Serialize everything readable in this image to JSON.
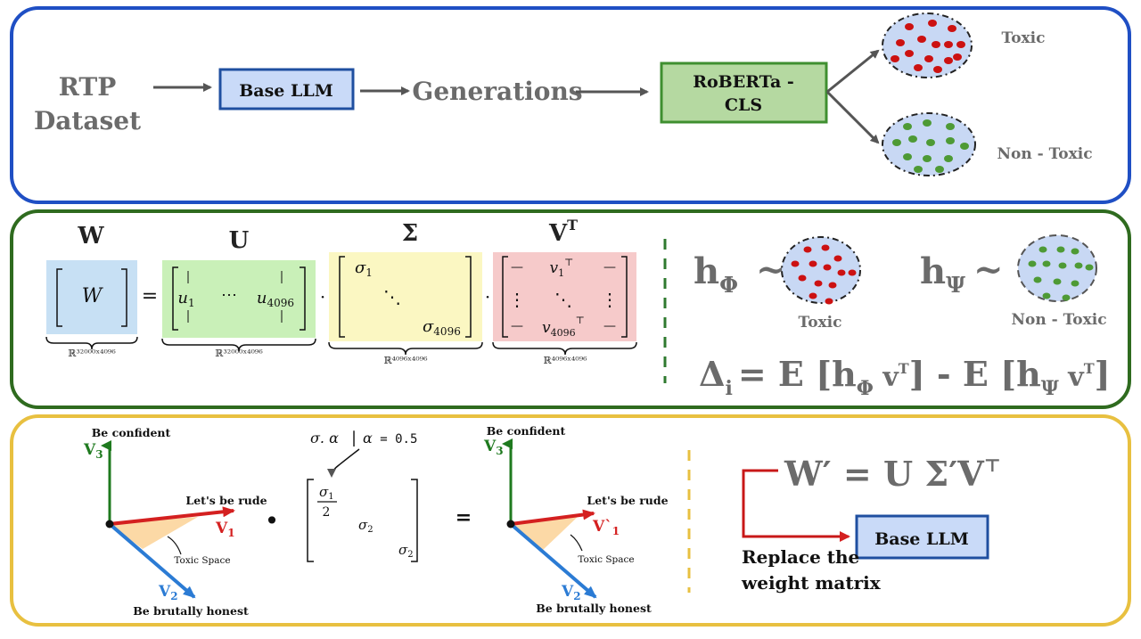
{
  "colors": {
    "blue_border": "#1f4fc4",
    "green_border": "#2f6b1f",
    "gold_border": "#e8c040",
    "base_llm_fill": "#c9daf8",
    "roberta_fill": "#b5d9a1",
    "toxic_dot": "#cc1111",
    "nontoxic_dot": "#4e9a35",
    "cloud_fill": "#c8d8f4",
    "text_gray": "#6b6b6b",
    "u_fill": "#c9f0b8",
    "sigma_fill": "#fbf7c2",
    "vt_fill": "#f6caca",
    "w_fill": "#c7e0f4"
  },
  "pipeline": {
    "rtp_line1": "RTP",
    "rtp_line2": "Dataset",
    "base_llm": "Base LLM",
    "generations": "Generations",
    "roberta_line1": "RoBERTa -",
    "roberta_line2": "CLS",
    "toxic": "Toxic",
    "non_toxic": "Non - Toxic"
  },
  "svd": {
    "w_title": "W",
    "u_title": "U",
    "sigma_title": "Σ",
    "vt_title_base": "V",
    "vt_title_sup": "T",
    "w_cell": "W",
    "equals": "=",
    "dot": "·",
    "u1": "u",
    "u1_sub": "1",
    "dots_h": "⋯",
    "u4096": "u",
    "u4096_sub": "4096",
    "sigma1": "σ",
    "sigma1_sub": "1",
    "ddots": "⋱",
    "sigma4096": "σ",
    "sigma4096_sub": "4096",
    "minus": "—",
    "v1": "v",
    "v1_sub": "1",
    "v_sup": "⊤",
    "v4096": "v",
    "v4096_sub": "4096",
    "vdots": "⋮",
    "dim_w": "ℝ³²⁰⁰⁰ˣ⁴⁰⁹⁶",
    "dim_u": "ℝ³²⁰⁰⁰ˣ⁴⁰⁹⁶",
    "dim_sigma": "ℝ⁴⁰⁹⁶ˣ⁴⁰⁹⁶",
    "dim_vt": "ℝ⁴⁰⁹⁶ˣ⁴⁰⁹⁶",
    "h_phi": "h",
    "h_phi_sub": "Φ",
    "h_psi": "h",
    "h_psi_sub": "Ψ",
    "tilde": "~",
    "toxic": "Toxic",
    "non_toxic": "Non - Toxic",
    "delta": "Δ",
    "delta_sub": "i",
    "delta_eq": "= E [h",
    "delta_phi": "Φ",
    "delta_v": " v",
    "delta_T": "T",
    "delta_mid": "] - E [h",
    "delta_psi": "Ψ",
    "delta_end": "]"
  },
  "edit": {
    "be_confident": "Be confident",
    "v3": "V",
    "v3_sub": "3",
    "lets_be_rude": "Let's be rude",
    "v1": "V",
    "v1_sub": "1",
    "v1_prime": "V`",
    "toxic_space": "Toxic Space",
    "v2": "V",
    "v2_sub": "2",
    "be_brutally_honest": "Be brutally honest",
    "bullet": "•",
    "sigma_alpha": "σ. α",
    "bar": "|",
    "alpha_eq_a": "α",
    "alpha_eq_b": " = 0.5",
    "frac_top": "σ",
    "frac_top_sub": "1",
    "frac_bottom": "2",
    "m_sigma2a": "σ",
    "m_sigma2a_sub": "2",
    "m_sigma2b": "σ",
    "m_sigma2b_sub": "2",
    "equals": "=",
    "w_prime": "W′ = U Σ′V",
    "w_prime_sup": "⊤",
    "base_llm": "Base LLM",
    "replace_line1": "Replace the",
    "replace_line2": "weight matrix"
  }
}
